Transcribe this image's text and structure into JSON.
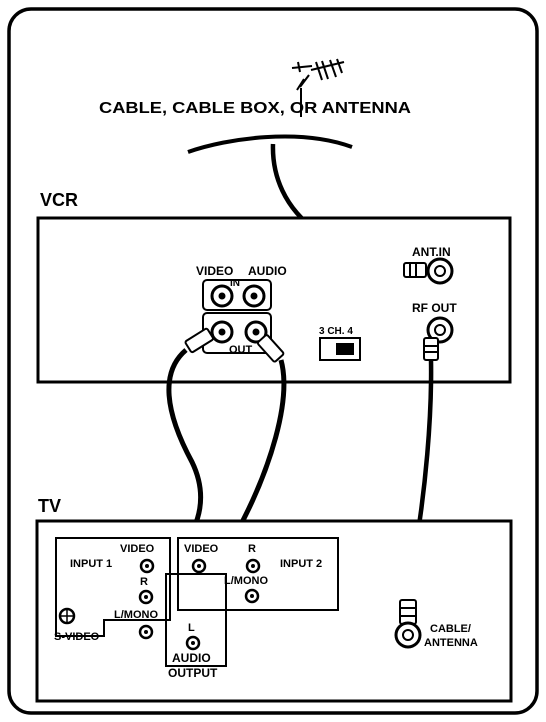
{
  "source": {
    "label": "CABLE, CABLE BOX, OR ANTENNA"
  },
  "vcr": {
    "title": "VCR",
    "video_label": "VIDEO",
    "audio_label": "AUDIO",
    "in_label": "IN",
    "out_label": "OUT",
    "ant_in_label": "ANT.IN",
    "rf_out_label": "RF OUT",
    "channel_switch_label": "3 CH. 4"
  },
  "tv": {
    "title": "TV",
    "input1_label": "INPUT 1",
    "input2_label": "INPUT 2",
    "video_label_1": "VIDEO",
    "video_label_2": "VIDEO",
    "r_label_1": "R",
    "r_label_2": "R",
    "lmono_label_1": "L/MONO",
    "lmono_label_2": "L/MONO",
    "svideo_label": "S-VIDEO",
    "l_label": "L",
    "audio_label": "AUDIO",
    "output_label": "OUTPUT",
    "cable_label_1": "CABLE/",
    "cable_label_2": "ANTENNA"
  }
}
